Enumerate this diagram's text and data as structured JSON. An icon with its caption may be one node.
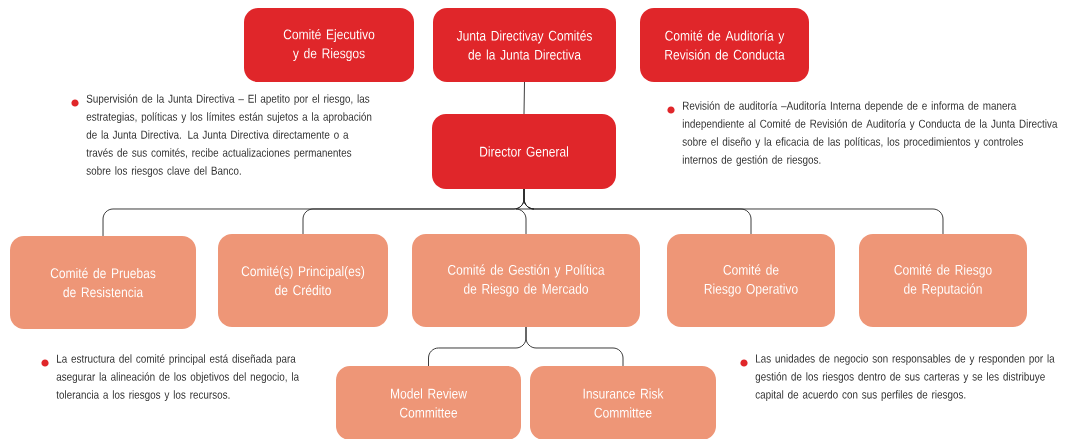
{
  "diagram": {
    "nodes": [
      {
        "text": [
          "Comité Ejecutivo y de Riesgos"
        ]
      },
      {
        "text": [
          "Junta Directivay Comités de la Junta Directiva"
        ]
      },
      {
        "text": [
          "Comité de Auditoría y Revisión de Conducta"
        ]
      },
      {
        "text": [
          "Director General"
        ]
      },
      {
        "text": [
          "Comité de Pruebas de Resistencia"
        ]
      },
      {
        "text": [
          "Comité(s) Principal(es) de Crédito"
        ]
      },
      {
        "text": [
          "Comité de Gestión y Política de Riesgo de Mercado"
        ]
      },
      {
        "text": [
          "Comité de Riesgo Operativo"
        ]
      },
      {
        "text": [
          "Comité de Riesgo de Reputación"
        ]
      },
      {
        "text": [
          "Model Review Committee"
        ]
      },
      {
        "text": [
          "Insurance Risk Committee"
        ]
      }
    ],
    "edges": [
      {
        "from": 1,
        "to": 3,
        "arrow": "none"
      },
      {
        "from": 3,
        "to": 4,
        "arrow": "none"
      },
      {
        "from": 3,
        "to": 5,
        "arrow": "none"
      },
      {
        "from": 3,
        "to": 6,
        "arrow": "none"
      },
      {
        "from": 3,
        "to": 7,
        "arrow": "none"
      },
      {
        "from": 3,
        "to": 8,
        "arrow": "none"
      },
      {
        "from": 6,
        "to": 9,
        "arrow": "none"
      },
      {
        "from": 6,
        "to": 10,
        "arrow": "none"
      }
    ],
    "labels": [
      "Supervisión de la Junta Directiva – El apetito por el riesgo, las estrategias, políticas y los límites están sujetos a la aprobación de la Junta Directiva. La Junta Directiva directamente o a través de sus comités, recibe actualizaciones permanentes sobre los riesgos clave del Banco.",
      "Revisión de auditoría –Auditoría Interna depende de e informa de manera independiente al Comité de Revisión de Auditoría y Conducta de la Junta Directiva sobre el diseño y la eficacia de las políticas, los procedimientos y controles internos de gestión de riesgos.",
      "La estructura del comité principal está diseñada para asegurar la alineación de los objetivos del negocio, la tolerancia a los riesgos y los recursos.",
      "Las unidades de negocio son responsables de y responden por la gestión de los riesgos dentro de sus carteras y se les distribuye capital de acuerdo con sus perfiles de riesgos."
    ]
  }
}
